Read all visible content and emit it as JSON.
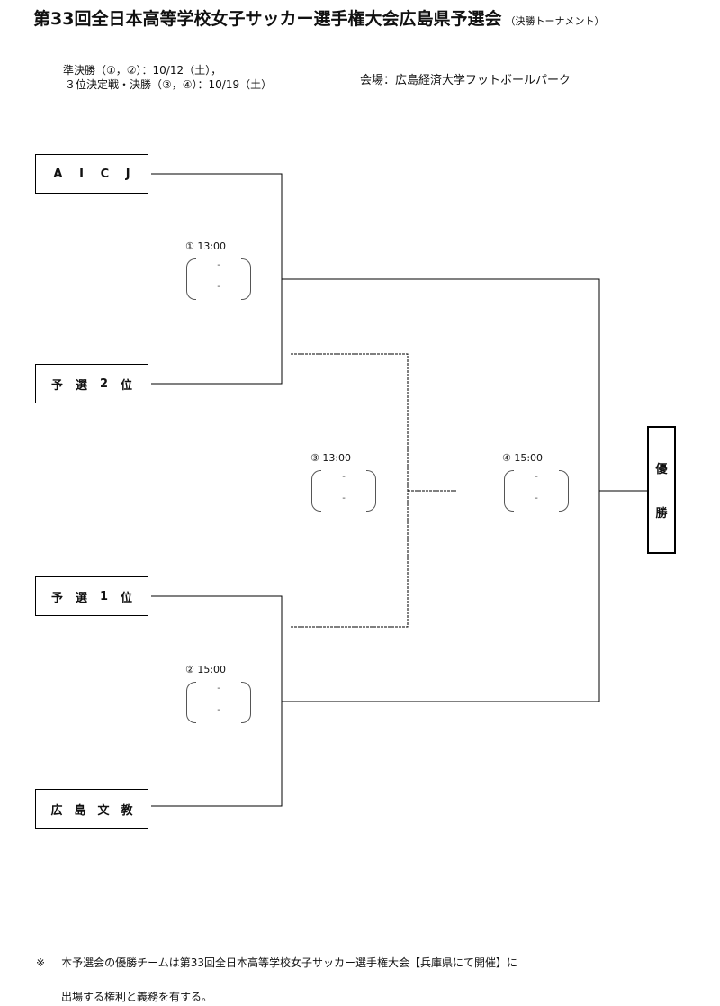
{
  "title": {
    "main": "第33回全日本高等学校女子サッカー選手権大会広島県予選会",
    "sub": "（決勝トーナメント）"
  },
  "schedule": {
    "line1": "準決勝（①，②）：10/12（土），",
    "line2": "３位決定戦・決勝（③，④）：10/19（土）"
  },
  "venue": "会場：広島経済大学フットボールパーク",
  "teams": [
    {
      "chars": [
        "A",
        "I",
        "C",
        "J"
      ]
    },
    {
      "chars": [
        "予",
        "選",
        "2",
        "位"
      ]
    },
    {
      "chars": [
        "予",
        "選",
        "1",
        "位"
      ]
    },
    {
      "chars": [
        "広",
        "島",
        "文",
        "教"
      ]
    }
  ],
  "matches": {
    "m1": {
      "label": "① 13:00",
      "score1": "-",
      "score2": "-"
    },
    "m2": {
      "label": "② 15:00",
      "score1": "-",
      "score2": "-"
    },
    "m3": {
      "label": "③ 13:00",
      "score1": "-",
      "score2": "-"
    },
    "m4": {
      "label": "④ 15:00",
      "score1": "-",
      "score2": "-"
    }
  },
  "champion": {
    "chars": [
      "優",
      "勝"
    ]
  },
  "note": {
    "mark": "※",
    "line1": "本予選会の優勝チームは第33回全日本高等学校女子サッカー選手権大会【兵庫県にて開催】に",
    "line2": "出場する権利と義務を有する。"
  }
}
